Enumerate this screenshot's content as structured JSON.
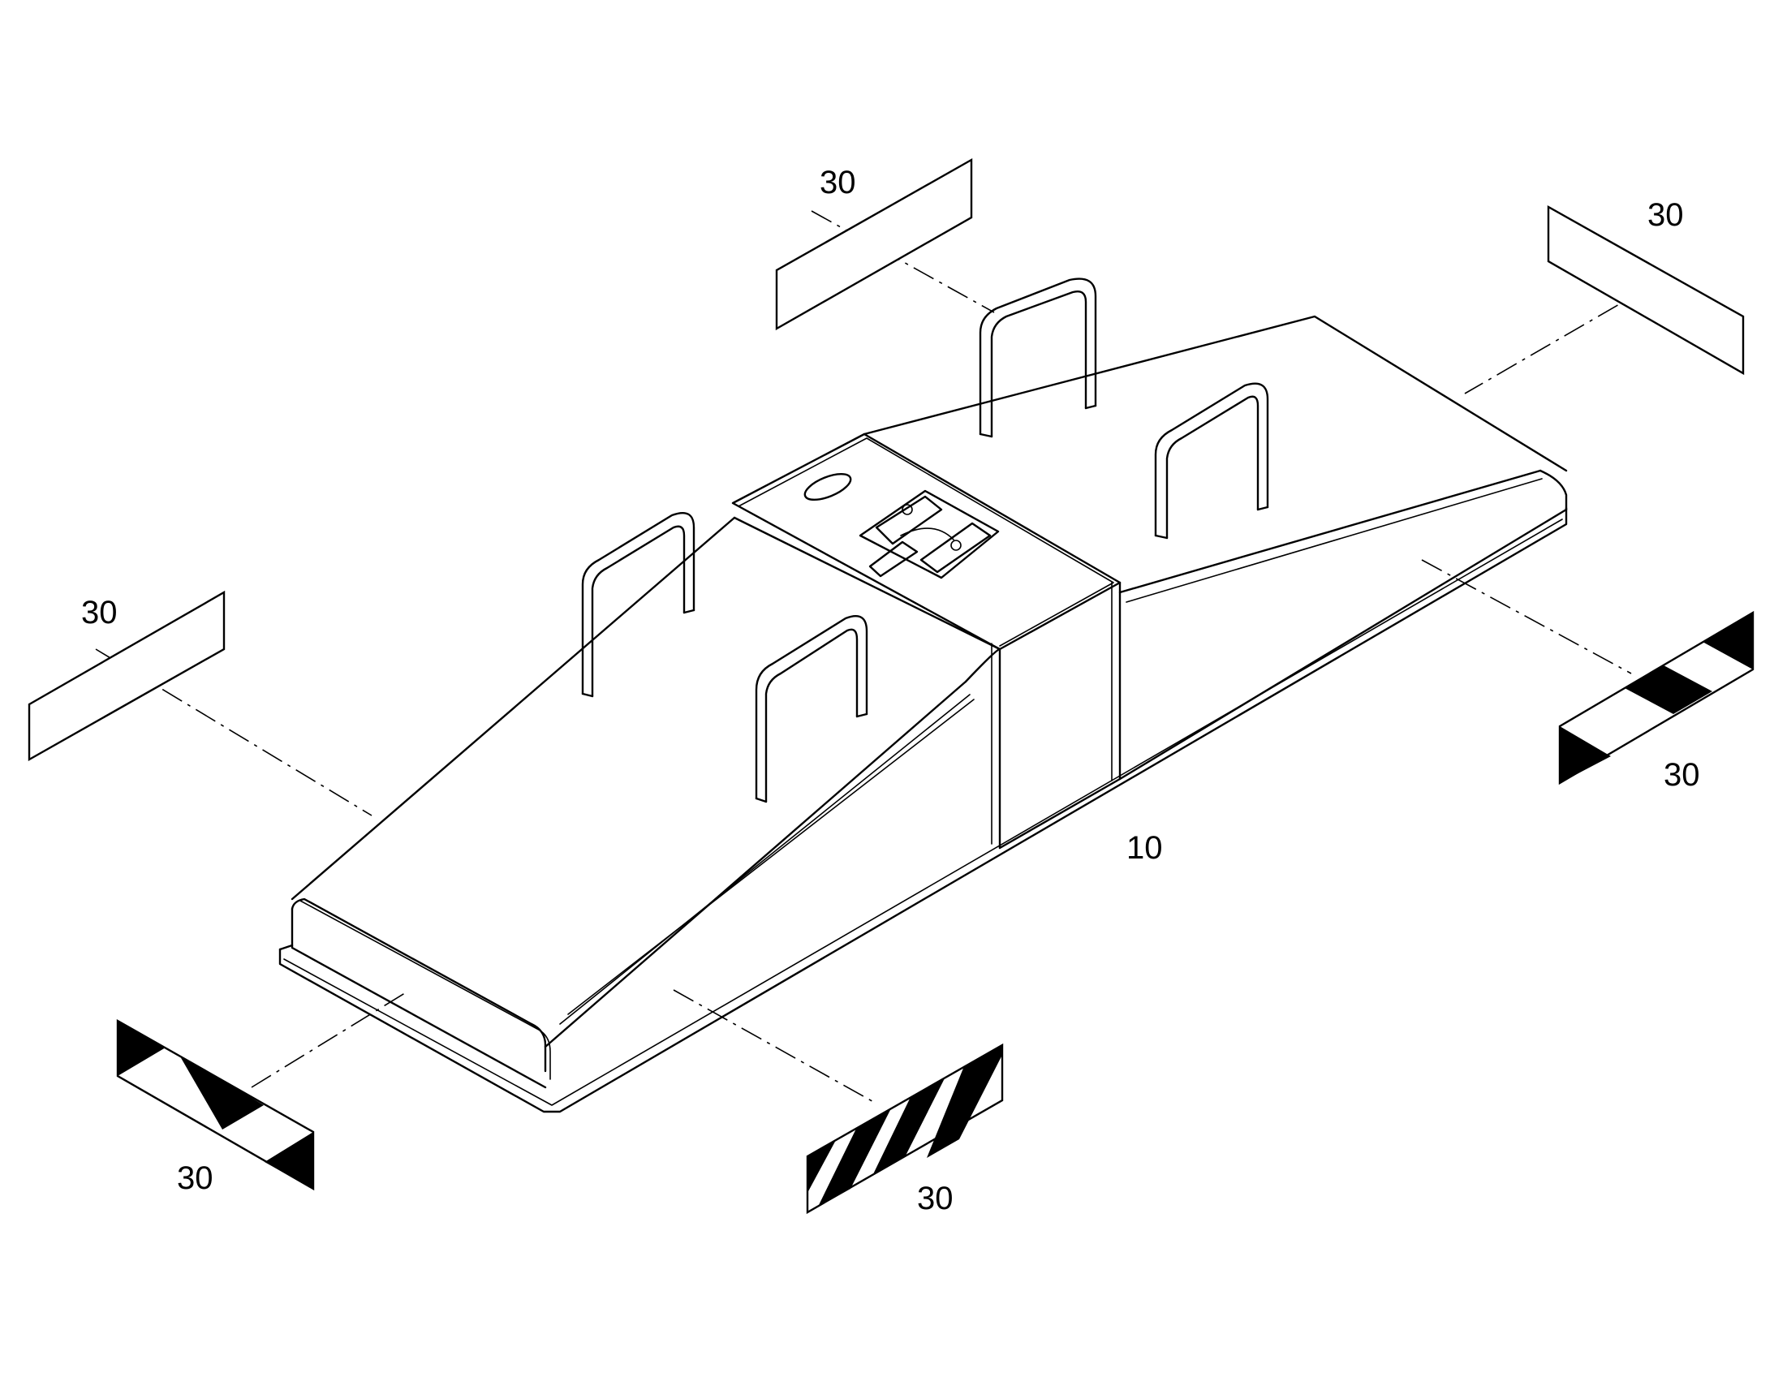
{
  "labels": {
    "panel_top_center": "30",
    "panel_top_right": "30",
    "panel_left": "30",
    "panel_right_striped": "30",
    "panel_bottom_left_striped": "30",
    "panel_bottom_center_striped": "30",
    "base_body": "10"
  },
  "colors": {
    "line": "#000000",
    "background": "#ffffff"
  }
}
